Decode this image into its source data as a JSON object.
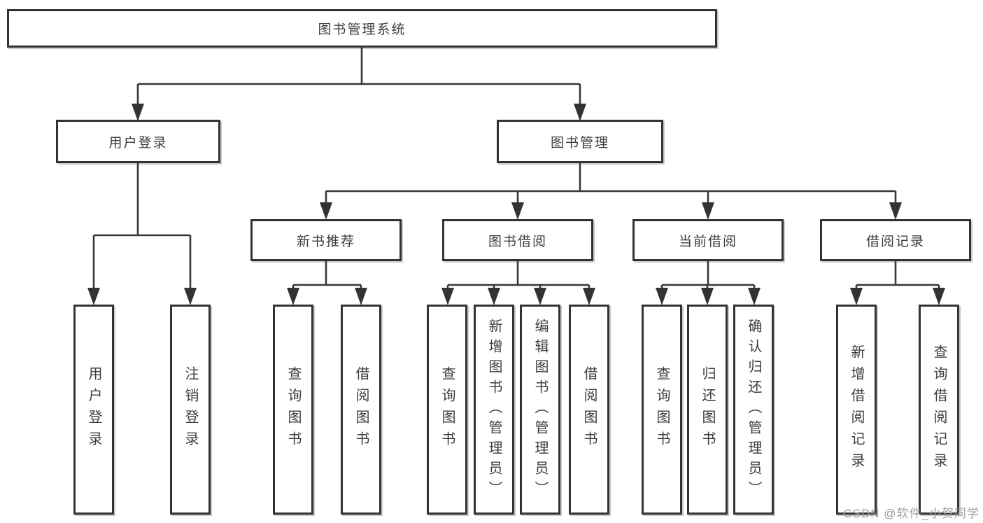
{
  "diagram": {
    "title": "图书管理系统",
    "watermark": "CSDN @软件_小贺同学",
    "colors": {
      "line": "#383838",
      "box_border": "#333333",
      "text": "#3d3d3d",
      "watermark": "#9e9e9e",
      "background": "#ffffff"
    },
    "level2": [
      "用户登录",
      "图书管理"
    ],
    "level3": [
      "新书推荐",
      "图书借阅",
      "当前借阅",
      "借阅记录"
    ],
    "leaves": {
      "user_login": [
        "用户登录",
        "注销登录"
      ],
      "new_book_recommend": [
        "查询图书",
        "借阅图书"
      ],
      "book_borrowing": [
        "查询图书",
        "新增图书（管理员）",
        "编辑图书（管理员）",
        "借阅图书"
      ],
      "current_borrowing": [
        "查询图书",
        "归还图书",
        "确认归还（管理员）"
      ],
      "borrowing_records": [
        "新增借阅记录",
        "查询借阅记录"
      ]
    }
  }
}
